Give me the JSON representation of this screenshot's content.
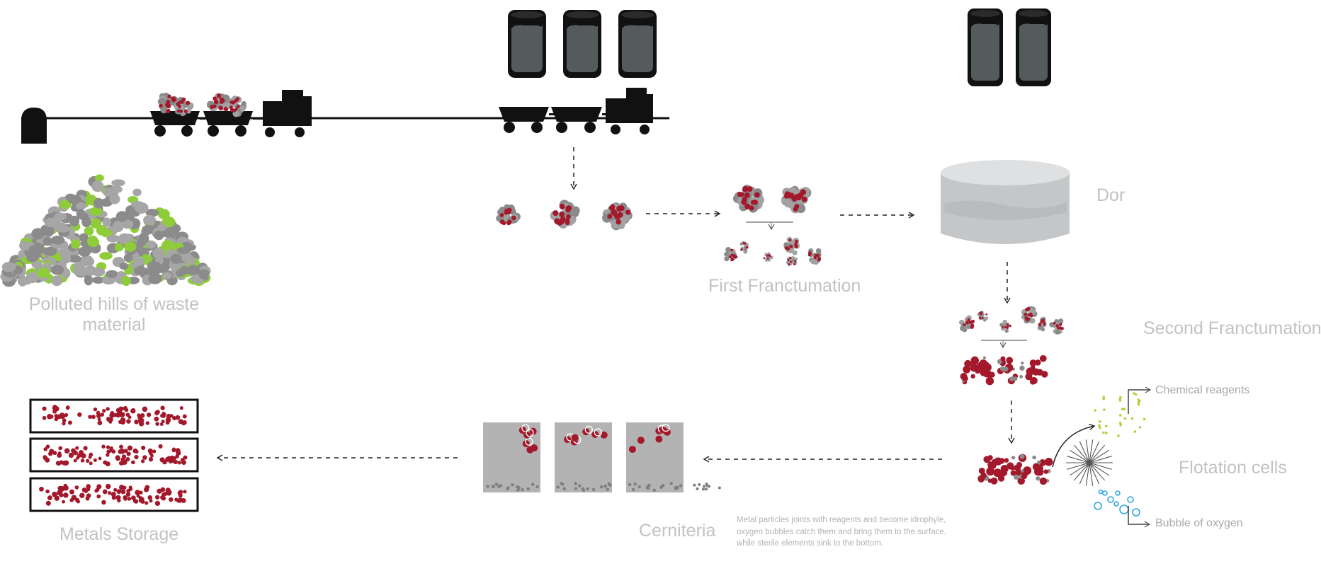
{
  "labels": {
    "hills": "Polluted hills of waste\nmaterial",
    "first_fract": "First Franctumation",
    "dor": "Dor",
    "second_fract": "Second Franctumation",
    "chemical": "Chemical reagents",
    "flotation": "Flotation cells",
    "bubble": "Bubble of oxygen",
    "cerniteria": "Cerniteria",
    "storage": "Metals Storage",
    "note": "Metal particles joints with reagents and become idrophyle, oxygen bubbles catch them and bring them to the surface, while sterile elements sink to the bottom."
  },
  "colors": {
    "metal": "#a3182b",
    "rock": "#8d8d8d",
    "pollutant": "#8fcc3a",
    "reagent": "#b6cf3c",
    "oxygen": "#2fa9e0",
    "ink": "#111111",
    "label": "#c2c2c2",
    "vessel": "#555a5d",
    "dor": "#c6c8ca"
  }
}
